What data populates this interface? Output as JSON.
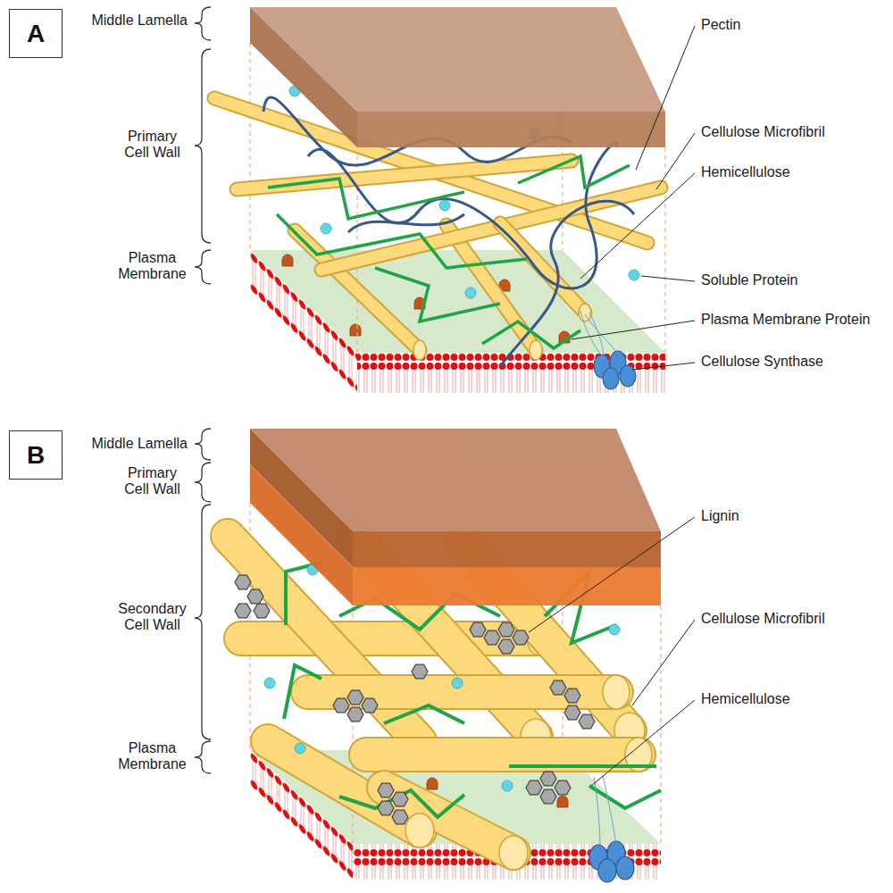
{
  "diagram": {
    "nodes": [
      {
        "text": [
          "A"
        ]
      },
      {
        "text": [
          "B"
        ]
      }
    ],
    "labels": [
      "Middle Lamella",
      "Primary Cell Wall",
      "Plasma Membrane",
      "Pectin",
      "Cellulose Microfibril",
      "Hemicellulose",
      "Soluble Protein",
      "Plasma Membrane Protein",
      "Cellulose Synthase",
      "Middle Lamella",
      "Primary Cell Wall",
      "Secondary Cell Wall",
      "Plasma Membrane",
      "Lignin",
      "Cellulose Microfibril",
      "Hemicellulose"
    ]
  }
}
